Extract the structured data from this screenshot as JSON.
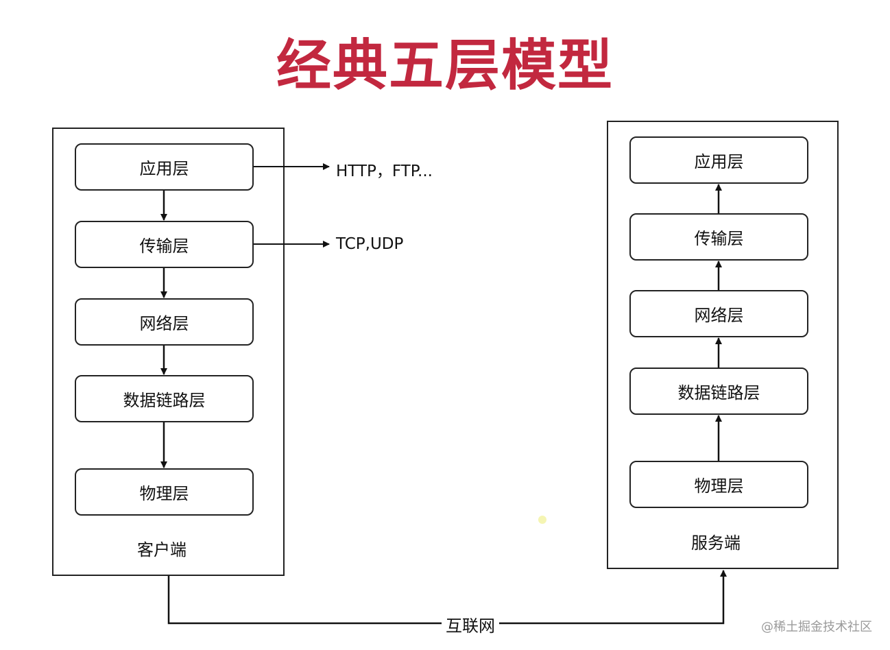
{
  "title": "经典五层模型",
  "client": {
    "label": "客户端",
    "layers": [
      "应用层",
      "传输层",
      "网络层",
      "数据链路层",
      "物理层"
    ]
  },
  "server": {
    "label": "服务端",
    "layers": [
      "应用层",
      "传输层",
      "网络层",
      "数据链路层",
      "物理层"
    ]
  },
  "protocols": {
    "application": "HTTP，FTP...",
    "transport": "TCP,UDP"
  },
  "connection_label": "互联网",
  "watermark": "@稀土掘金技术社区"
}
